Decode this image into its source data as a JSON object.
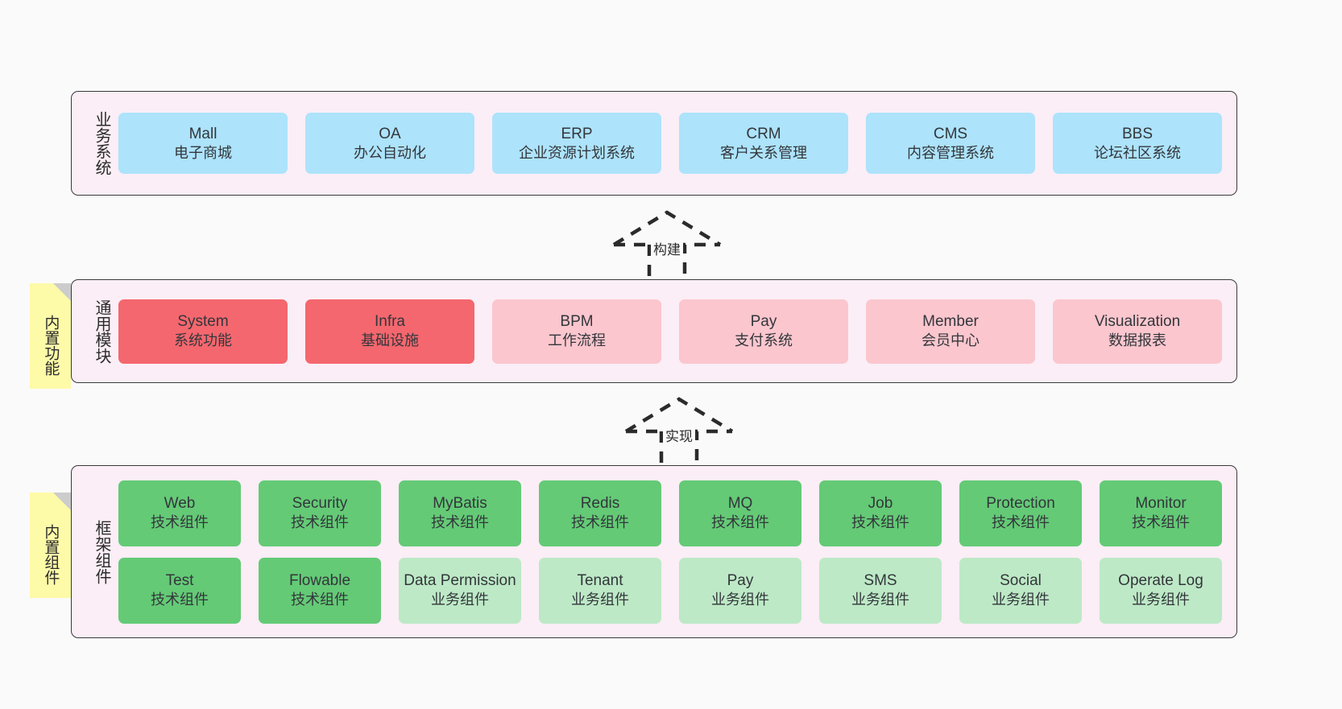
{
  "diagram": {
    "background": "#fafafa",
    "layer_bg": "#fbeef6",
    "border_color": "#3a3a3a",
    "note_color": "#fdfaa8",
    "colors": {
      "blue": "#ade3fb",
      "red": "#f4676e",
      "pink": "#fbc6ce",
      "green": "#64ca76",
      "light_green": "#bde9c6"
    }
  },
  "layers": [
    {
      "id": "business-systems",
      "title": "业务系统",
      "rows": [
        [
          {
            "en": "Mall",
            "cn": "电子商城",
            "color": "blue"
          },
          {
            "en": "OA",
            "cn": "办公自动化",
            "color": "blue"
          },
          {
            "en": "ERP",
            "cn": "企业资源计划系统",
            "color": "blue"
          },
          {
            "en": "CRM",
            "cn": "客户关系管理",
            "color": "blue"
          },
          {
            "en": "CMS",
            "cn": "内容管理系统",
            "color": "blue"
          },
          {
            "en": "BBS",
            "cn": "论坛社区系统",
            "color": "blue"
          }
        ]
      ]
    },
    {
      "id": "common-modules",
      "title": "通用模块",
      "note": "内置功能",
      "rows": [
        [
          {
            "en": "System",
            "cn": "系统功能",
            "color": "red"
          },
          {
            "en": "Infra",
            "cn": "基础设施",
            "color": "red"
          },
          {
            "en": "BPM",
            "cn": "工作流程",
            "color": "pink"
          },
          {
            "en": "Pay",
            "cn": "支付系统",
            "color": "pink"
          },
          {
            "en": "Member",
            "cn": "会员中心",
            "color": "pink"
          },
          {
            "en": "Visualization",
            "cn": "数据报表",
            "color": "pink"
          }
        ]
      ]
    },
    {
      "id": "framework-components",
      "title": "框架组件",
      "note": "内置组件",
      "rows": [
        [
          {
            "en": "Web",
            "cn": "技术组件",
            "color": "green"
          },
          {
            "en": "Security",
            "cn": "技术组件",
            "color": "green"
          },
          {
            "en": "MyBatis",
            "cn": "技术组件",
            "color": "green"
          },
          {
            "en": "Redis",
            "cn": "技术组件",
            "color": "green"
          },
          {
            "en": "MQ",
            "cn": "技术组件",
            "color": "green"
          },
          {
            "en": "Job",
            "cn": "技术组件",
            "color": "green"
          },
          {
            "en": "Protection",
            "cn": "技术组件",
            "color": "green"
          },
          {
            "en": "Monitor",
            "cn": "技术组件",
            "color": "green"
          }
        ],
        [
          {
            "en": "Test",
            "cn": "技术组件",
            "color": "green"
          },
          {
            "en": "Flowable",
            "cn": "技术组件",
            "color": "green"
          },
          {
            "en": "Data Permission",
            "cn": "业务组件",
            "color": "light_green"
          },
          {
            "en": "Tenant",
            "cn": "业务组件",
            "color": "light_green"
          },
          {
            "en": "Pay",
            "cn": "业务组件",
            "color": "light_green"
          },
          {
            "en": "SMS",
            "cn": "业务组件",
            "color": "light_green"
          },
          {
            "en": "Social",
            "cn": "业务组件",
            "color": "light_green"
          },
          {
            "en": "Operate Log",
            "cn": "业务组件",
            "color": "light_green"
          }
        ]
      ]
    }
  ],
  "connectors": [
    {
      "id": "build",
      "label": "构建"
    },
    {
      "id": "implement",
      "label": "实现"
    }
  ]
}
